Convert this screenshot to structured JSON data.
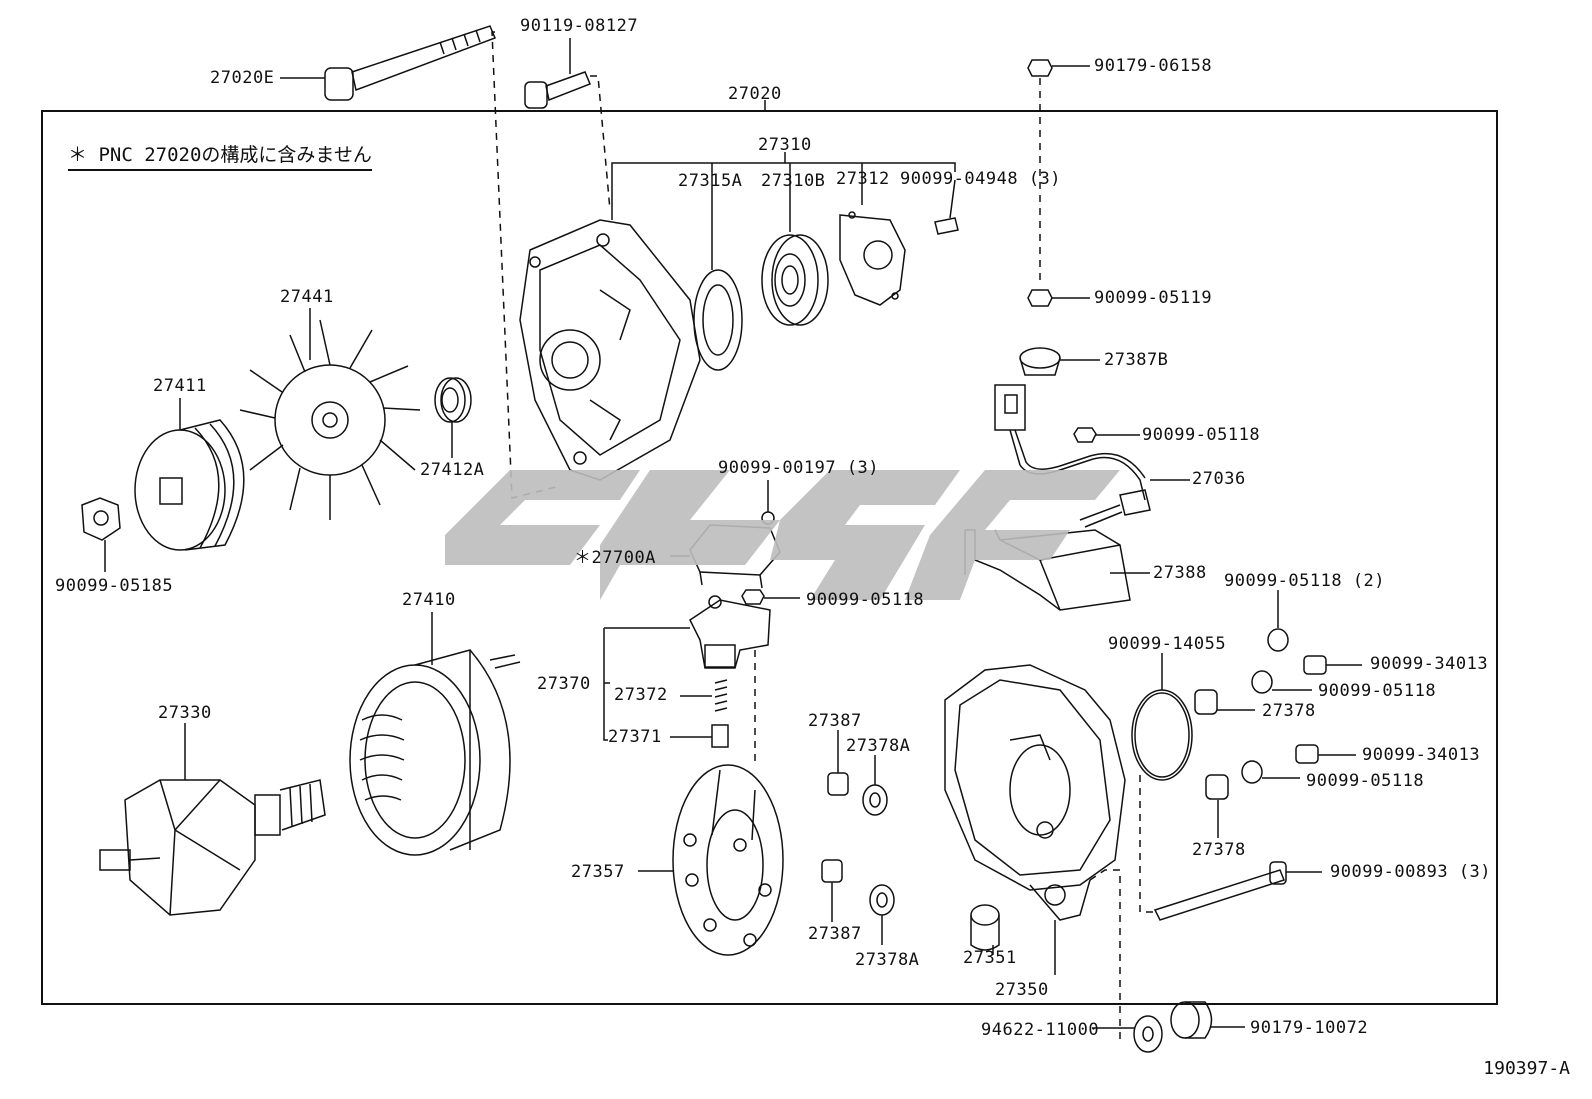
{
  "note": "＊ PNC  27020の構成に含みません",
  "figure_id": "190397-A",
  "watermark": "G4GC",
  "callouts": {
    "c27020E": "27020E",
    "c90119": "90119-08127",
    "c27020": "27020",
    "c90179_06158": "90179-06158",
    "c27310": "27310",
    "c27315A": "27315A",
    "c27310B": "27310B",
    "c27312": "27312",
    "c90099_04948": "90099-04948 (3)",
    "c90099_05119": "90099-05119",
    "c27441": "27441",
    "c27411": "27411",
    "c27412A": "27412A",
    "c27387B": "27387B",
    "c90099_05118_a": "90099-05118",
    "c27036": "27036",
    "c90099_05185": "90099-05185",
    "c90099_00197": "90099-00197 (3)",
    "c27700A": "＊27700A",
    "c90099_05118_b": "90099-05118",
    "c27388": "27388",
    "c90099_05118_2": "90099-05118 (2)",
    "c27410": "27410",
    "c90099_14055": "90099-14055",
    "c90099_34013_a": "90099-34013",
    "c90099_05118_c": "90099-05118",
    "c27370": "27370",
    "c27372": "27372",
    "c27378_a": "27378",
    "c27330": "27330",
    "c27371": "27371",
    "c27387_a": "27387",
    "c27378A_a": "27378A",
    "c90099_34013_b": "90099-34013",
    "c90099_05118_d": "90099-05118",
    "c27378_b": "27378",
    "c27357": "27357",
    "c90099_00893": "90099-00893 (3)",
    "c27387_b": "27387",
    "c27351": "27351",
    "c27378A_b": "27378A",
    "c27350": "27350",
    "c94622": "94622-11000",
    "c90179_10072": "90179-10072"
  }
}
